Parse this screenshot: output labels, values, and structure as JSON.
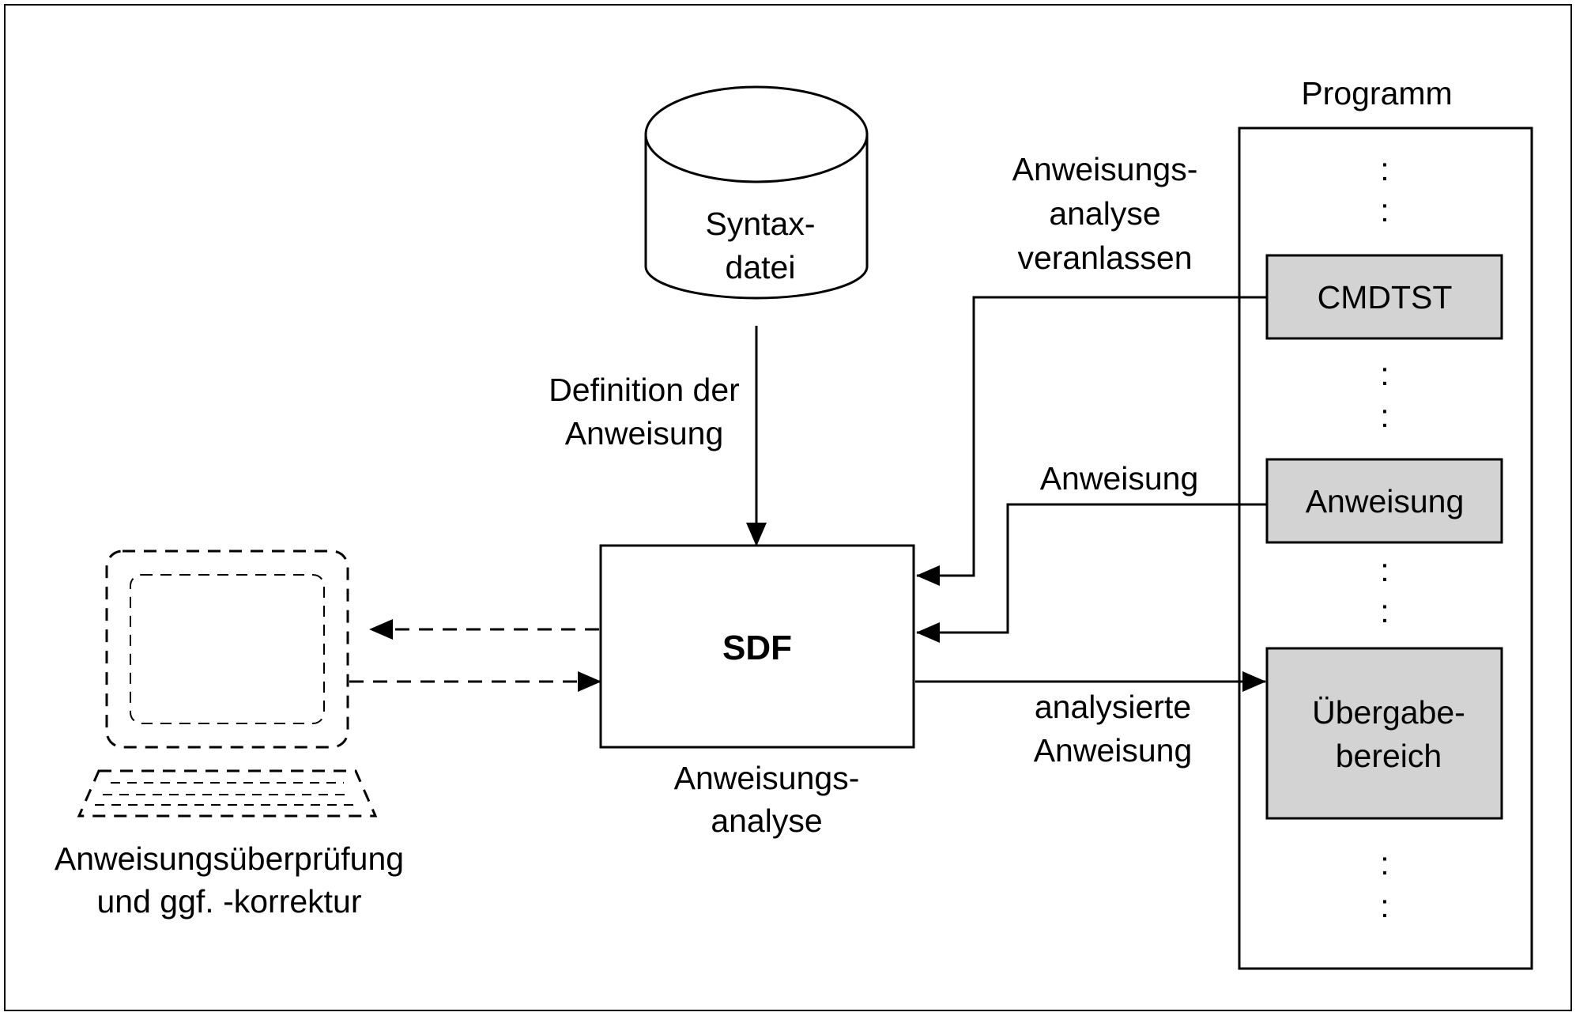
{
  "colors": {
    "stroke": "#000000",
    "box_fill": "#d3d3d3",
    "background": "#ffffff"
  },
  "database": {
    "icon": "cylinder-icon",
    "line1": "Syntax-",
    "line2": "datei"
  },
  "definition_label": {
    "line1": "Definition der",
    "line2": "Anweisung"
  },
  "sdf": {
    "label": "SDF",
    "caption_line1": "Anweisungs-",
    "caption_line2": "analyse"
  },
  "terminal": {
    "icon": "computer-terminal-icon",
    "caption_line1": "Anweisungsüberprüfung",
    "caption_line2": "und ggf. -korrektur"
  },
  "program": {
    "title": "Programm",
    "ellipsis": ":",
    "boxes": [
      {
        "line1": "CMDTST"
      },
      {
        "line1": "Anweisung"
      },
      {
        "line1": "Übergabe-",
        "line2": "bereich"
      }
    ]
  },
  "edge_labels": {
    "trigger_line1": "Anweisungs-",
    "trigger_line2": "analyse",
    "trigger_line3": "veranlassen",
    "statement": "Anweisung",
    "analyzed_line1": "analysierte",
    "analyzed_line2": "Anweisung"
  }
}
